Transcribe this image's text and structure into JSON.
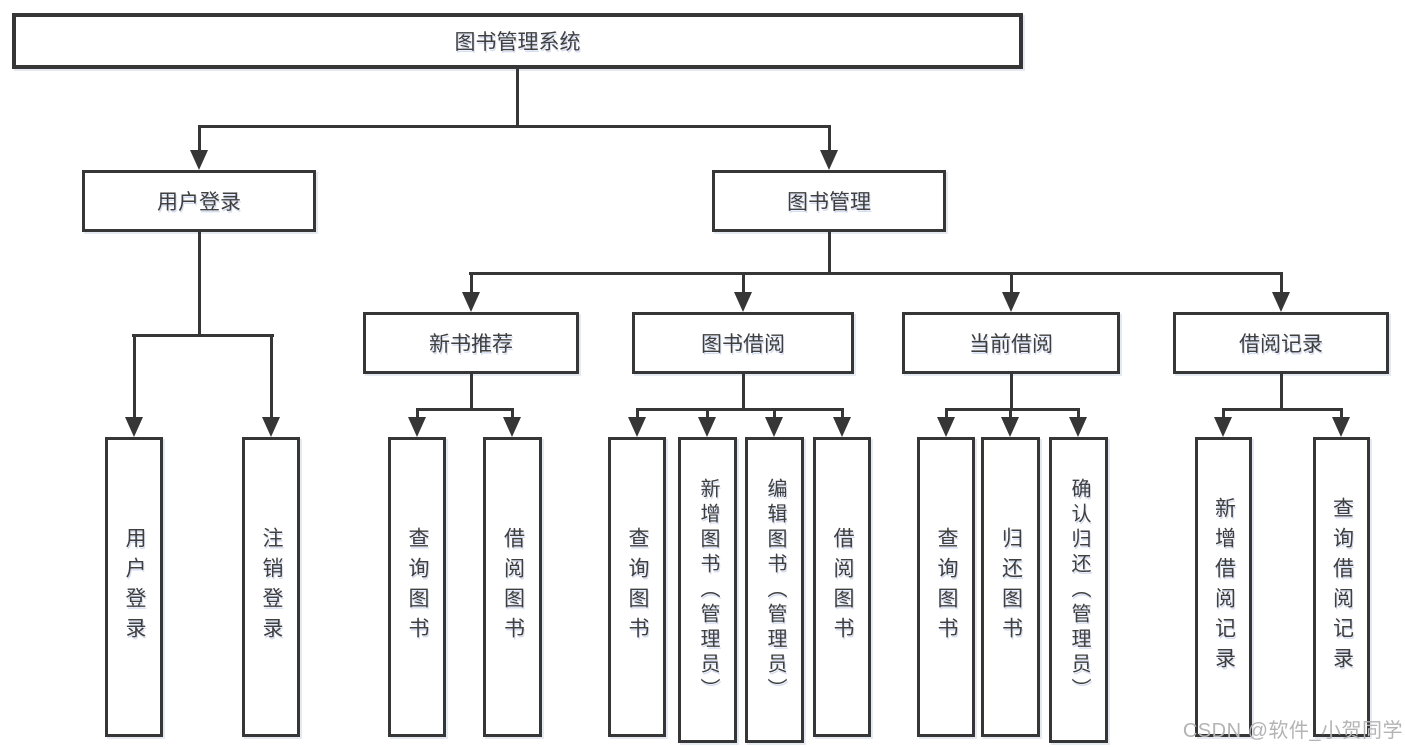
{
  "diagram": {
    "root": {
      "label": "图书管理系统"
    },
    "nodes": {
      "user_login": {
        "label": "用户登录",
        "children": [
          "用户登录",
          "注销登录"
        ]
      },
      "book_mgmt": {
        "label": "图书管理"
      },
      "new_book": {
        "label": "新书推荐",
        "children": [
          "查询图书",
          "借阅图书"
        ]
      },
      "borrow": {
        "label": "图书借阅",
        "children": [
          "查询图书",
          "新增图书（管理员）",
          "编辑图书（管理员）",
          "借阅图书"
        ]
      },
      "current": {
        "label": "当前借阅",
        "children": [
          "查询图书",
          "归还图书",
          "确认归还（管理员）"
        ]
      },
      "records": {
        "label": "借阅记录",
        "children": [
          "新增借阅记录",
          "查询借阅记录"
        ]
      }
    }
  },
  "watermark": "CSDN @软件_小贺同学",
  "colors": {
    "line": "#363636",
    "text": "#3f3f3f",
    "watermark": "#b4b4b4",
    "background": "#ffffff"
  }
}
